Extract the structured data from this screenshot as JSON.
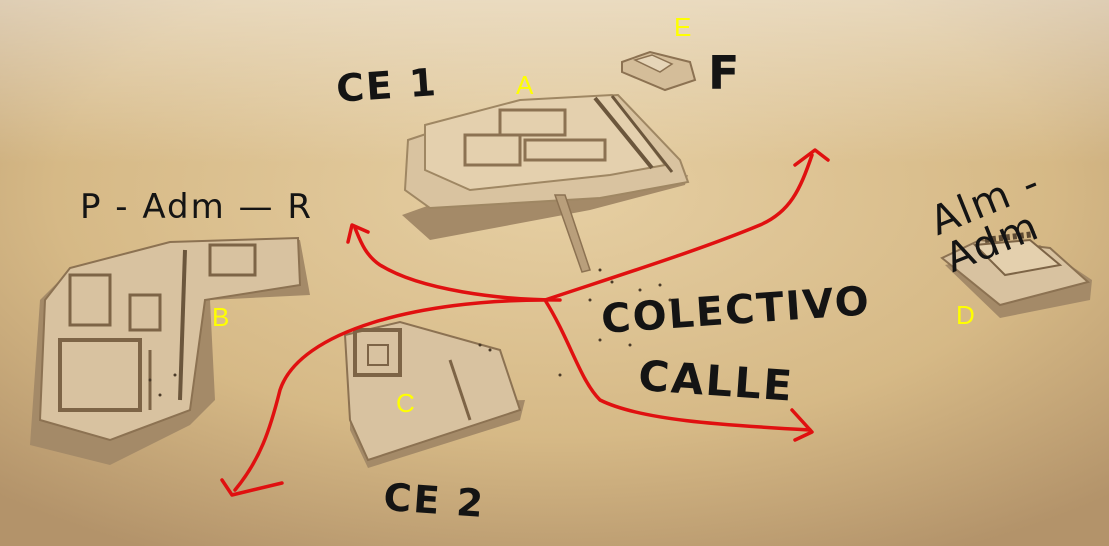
{
  "colors": {
    "sand_light": "#e2c898",
    "sand_dark": "#b3936a",
    "model": "#d9c3a0",
    "model_shadow": "#a48a68",
    "marker_yellow": "#ffff00",
    "ink": "#141414",
    "arrow_red": "#e01010"
  },
  "labels": {
    "a": "A",
    "b": "B",
    "c": "C",
    "d": "D",
    "e": "E"
  },
  "handwriting": {
    "ce1": "CE 1",
    "ce2": "CE 2",
    "f": "F",
    "p_adm_r": "P - Adm — R",
    "alm_adm": "Alm - Adm",
    "colectivo": "COLECTIVO",
    "calle": "CALLE"
  }
}
